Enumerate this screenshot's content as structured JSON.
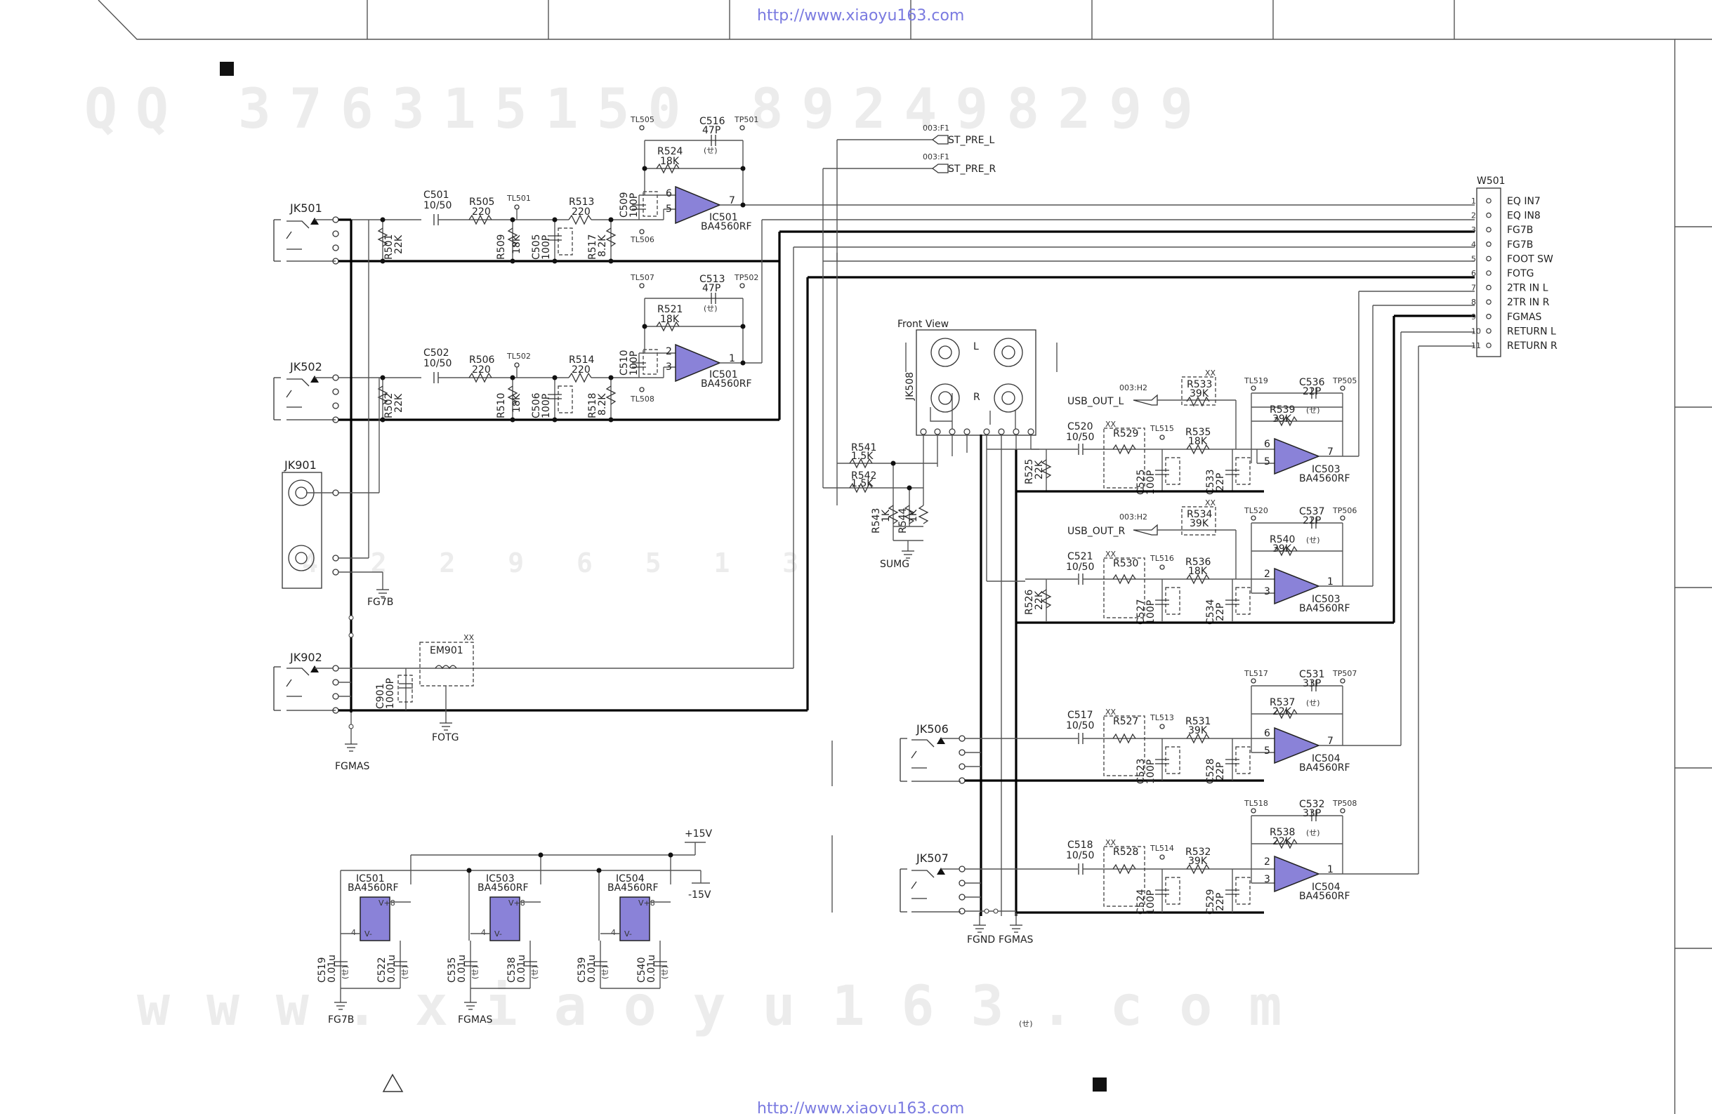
{
  "header": {
    "url_top": "http://www.xiaoyu163.com",
    "url_bottom": "http://www.xiaoyu163.com"
  },
  "watermarks": {
    "row1": "QQ 376315150  892498299",
    "row2": "4 2 2 9 6 5 1 3",
    "row3": "www.xiaoyu163.com"
  },
  "jacks": {
    "jk501": "JK501",
    "jk502": "JK502",
    "jk901": "JK901",
    "jk902": "JK902",
    "jk506": "JK506",
    "jk507": "JK507",
    "jk508": "JK508",
    "front_view": "Front View"
  },
  "connector": {
    "name": "W501",
    "pins": [
      {
        "num": "1",
        "label": "EQ IN7"
      },
      {
        "num": "2",
        "label": "EQ IN8"
      },
      {
        "num": "3",
        "label": "FG7B"
      },
      {
        "num": "4",
        "label": "FG7B"
      },
      {
        "num": "5",
        "label": "FOOT SW"
      },
      {
        "num": "6",
        "label": "FOTG"
      },
      {
        "num": "7",
        "label": "2TR IN L"
      },
      {
        "num": "8",
        "label": "2TR IN R"
      },
      {
        "num": "9",
        "label": "FGMAS"
      },
      {
        "num": "10",
        "label": "RETURN L"
      },
      {
        "num": "11",
        "label": "RETURN R"
      }
    ]
  },
  "nets": {
    "st_pre_l_ref": "003:F1",
    "st_pre_l": "ST_PRE_L",
    "st_pre_r_ref": "003:F1",
    "st_pre_r": "ST_PRE_R",
    "usb_l_ref": "003:H2",
    "usb_l": "USB_OUT_L",
    "usb_r_ref": "003:H2",
    "usb_r": "USB_OUT_R",
    "fg7b": "FG7B",
    "fgmas": "FGMAS",
    "fotg": "FOTG",
    "sumg": "SUMG",
    "fgnd": "FGND",
    "p15v": "+15V",
    "m15v": "-15V"
  },
  "ics": {
    "ic501": "IC501",
    "ic503": "IC503",
    "ic504": "IC504",
    "part": "BA4560RF",
    "vplus": "V+",
    "vminus": "V-",
    "pin8": "8",
    "pin4": "4",
    "pin1": "1",
    "pin2": "2",
    "pin3": "3",
    "pin5": "5",
    "pin6": "6",
    "pin7": "7"
  },
  "parts": {
    "c501": "C501",
    "c501v": "10/50",
    "r505": "R505",
    "r505v": "220",
    "r513": "R513",
    "r513v": "220",
    "r501": "R501",
    "r501v": "22K",
    "r509": "R509",
    "r509v": "18K",
    "c505": "C505",
    "c505v": "100P",
    "r517": "R517",
    "r517v": "8.2K",
    "c509": "C509",
    "c509v": "100P",
    "c516": "C516",
    "c516v": "47P",
    "r524": "R524",
    "r524v": "18K",
    "tl505": "TL505",
    "tp501": "TP501",
    "tl501": "TL501",
    "tl506": "TL506",
    "c502": "C502",
    "c502v": "10/50",
    "r506": "R506",
    "r506v": "220",
    "r514": "R514",
    "r514v": "220",
    "r502": "R502",
    "r502v": "22K",
    "r510": "R510",
    "r510v": "18K",
    "c506": "C506",
    "c506v": "100P",
    "r518": "R518",
    "r518v": "8.2K",
    "c510": "C510",
    "c510v": "100P",
    "c513": "C513",
    "c513v": "47P",
    "r521": "R521",
    "r521v": "18K",
    "tl507": "TL507",
    "tp502": "TP502",
    "tl502": "TL502",
    "tl508": "TL508",
    "c901": "C901",
    "c901v": "1000P",
    "em901": "EM901",
    "r541": "R541",
    "r541v": "1.5K",
    "r542": "R542",
    "r542v": "1.5K",
    "r543": "R543",
    "r543v": "1K",
    "r544": "R544",
    "r544v": "1K",
    "r533": "R533",
    "r533v": "39K",
    "r534": "R534",
    "r534v": "39K",
    "c520": "C520",
    "c520v": "10/50",
    "r529": "R529",
    "r535": "R535",
    "r535v": "18K",
    "r525": "R525",
    "r525v": "22K",
    "c525": "C525",
    "c525v": "100P",
    "c533": "C533",
    "c533v": "22P",
    "c536": "C536",
    "c536v": "22P",
    "r539": "R539",
    "r539v": "39K",
    "tl519": "TL519",
    "tp505": "TP505",
    "tl515": "TL515",
    "c521": "C521",
    "c521v": "10/50",
    "r530": "R530",
    "r536": "R536",
    "r536v": "18K",
    "r526": "R526",
    "r526v": "22K",
    "c527": "C527",
    "c527v": "100P",
    "c534": "C534",
    "c534v": "22P",
    "c537": "C537",
    "c537v": "22P",
    "r540": "R540",
    "r540v": "39K",
    "tl520": "TL520",
    "tp506": "TP506",
    "tl516": "TL516",
    "c517": "C517",
    "c517v": "10/50",
    "r527": "R527",
    "r531": "R531",
    "r531v": "39K",
    "c523": "C523",
    "c523v": "100P",
    "c528": "C528",
    "c528v": "22P",
    "c531": "C531",
    "c531v": "33P",
    "r537": "R537",
    "r537v": "22K",
    "tl517": "TL517",
    "tp507": "TP507",
    "tl513": "TL513",
    "c518": "C518",
    "c518v": "10/50",
    "r528": "R528",
    "r532": "R532",
    "r532v": "39K",
    "c524": "C524",
    "c524v": "100P",
    "c529": "C529",
    "c529v": "22P",
    "c532": "C532",
    "c532v": "33P",
    "r538": "R538",
    "r538v": "22K",
    "tl518": "TL518",
    "tp508": "TP508",
    "tl514": "TL514",
    "c519": "C519",
    "c522": "C522",
    "c535": "C535",
    "c538": "C538",
    "c539": "C539",
    "c540": "C540",
    "cap_val": "0.01u",
    "xx": "XX",
    "mark_se": "(せ)",
    "mark_l": "L",
    "mark_r": "R"
  }
}
